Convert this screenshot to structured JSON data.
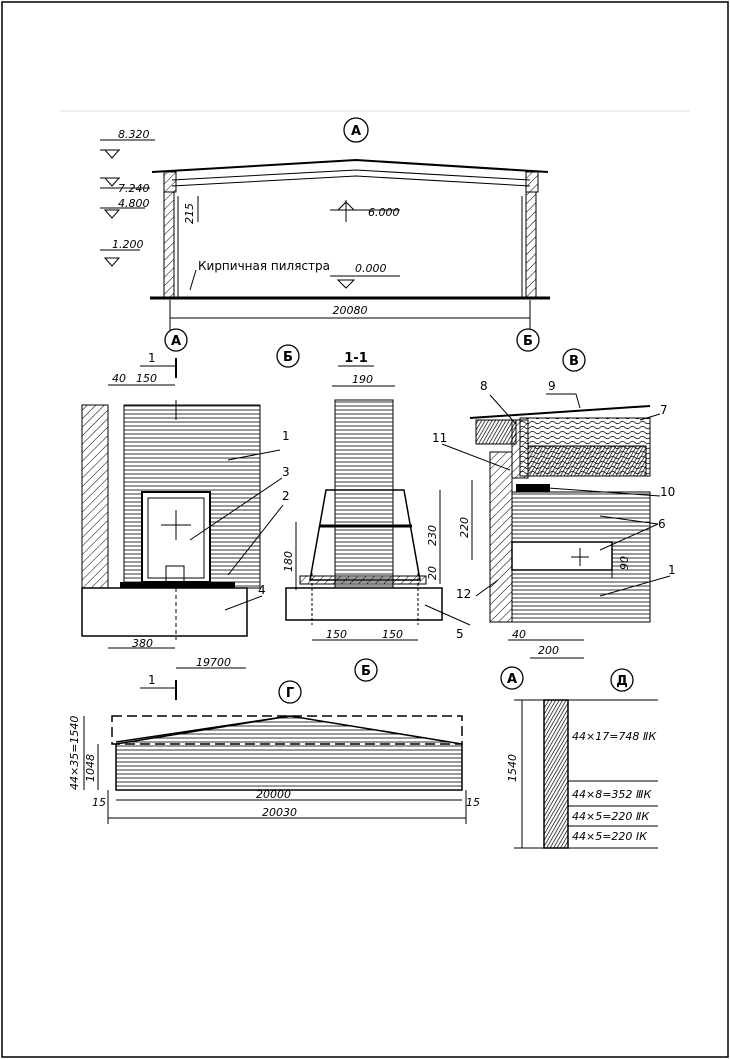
{
  "section_a": {
    "marker": "А",
    "levels": [
      "8.320",
      "7.240",
      "4.800",
      "1.200"
    ],
    "mark_6000": "6.000",
    "mark_0000": "0.000",
    "dim_215": "215",
    "pilaster_label": "Кирпичная пилястра",
    "span": "20080",
    "axis_left": "А",
    "axis_right": "Б"
  },
  "node_b": {
    "marker": "Б",
    "cut_label": "1",
    "dim_40": "40",
    "dim_150": "150",
    "callouts": [
      "1",
      "3",
      "2",
      "4"
    ],
    "dim_380": "380",
    "dim_19700": "19700",
    "cut_label_bottom": "1"
  },
  "section_11": {
    "title": "1-1",
    "dim_190": "190",
    "dim_180": "180",
    "dim_230": "230",
    "dim_20": "20",
    "dim_150a": "150",
    "dim_150b": "150",
    "callout_5": "5",
    "axis_label": "Б"
  },
  "node_v": {
    "marker": "В",
    "callouts": [
      "8",
      "9",
      "7",
      "11",
      "10",
      "6",
      "1",
      "12"
    ],
    "dim_220": "220",
    "dim_90": "90",
    "dim_40": "40",
    "dim_200": "200",
    "axis_label": "А"
  },
  "node_g": {
    "marker": "Г",
    "dim_stack": "44×35=1540",
    "dim_1048": "1048",
    "dim_15_left": "15",
    "dim_15_right": "15",
    "dim_20000": "20000",
    "dim_20030": "20030"
  },
  "node_d": {
    "marker": "Д",
    "dim_1540": "1540",
    "rows": [
      "44×17=748 ⅡК",
      "44×8=352 ⅢК",
      "44×5=220 ⅡК",
      "44×5=220 ⅠК"
    ]
  }
}
